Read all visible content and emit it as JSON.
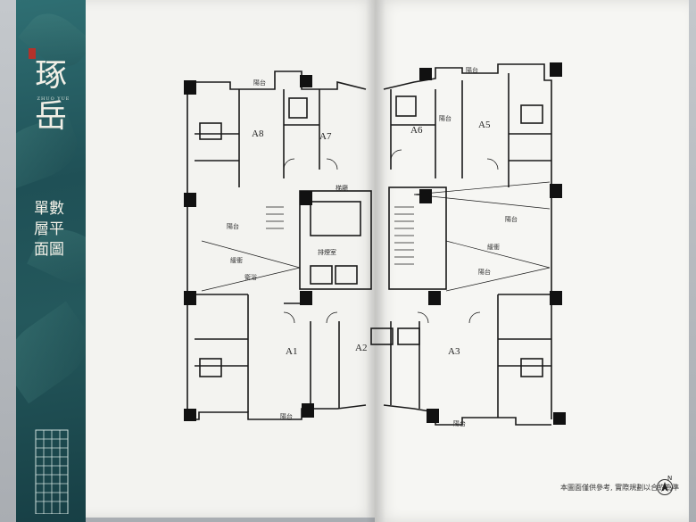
{
  "brand": {
    "title": "琢岳",
    "subtitle": "ZHUO YUE"
  },
  "plan": {
    "title": "單數層平面圖",
    "units": [
      "A1",
      "A2",
      "A3",
      "A5",
      "A6",
      "A7",
      "A8"
    ],
    "room_labels": {
      "balcony": "陽台",
      "stairs": "梯廳",
      "smoke_room": "排煙室",
      "windbreak": "緩衝",
      "bathroom": "衛浴"
    }
  },
  "footnote": "本圖面僅供參考, 實際規劃以合約為準",
  "north_label": "N",
  "colors": {
    "banner": "#1f5056",
    "wall": "#1a1a1a",
    "paper": "#f3f3f0"
  }
}
